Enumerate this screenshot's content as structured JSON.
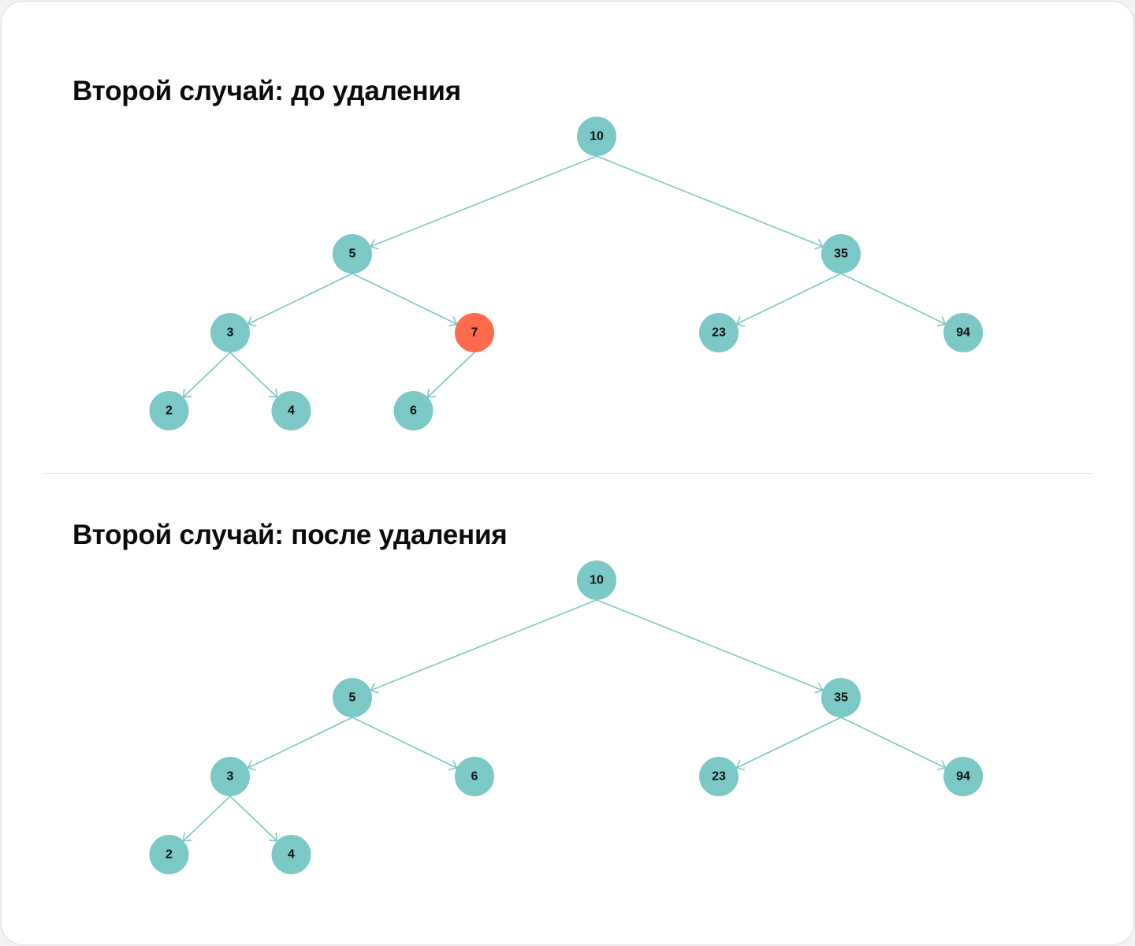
{
  "colors": {
    "node": "#7cc8c6",
    "edge": "#7cc8c6",
    "highlight": "#ff6a4d"
  },
  "diagrams": [
    {
      "title": "Второй случай: до удаления",
      "nodes": [
        {
          "id": "n10",
          "label": "10",
          "row": 0,
          "col": 0.0
        },
        {
          "id": "n5",
          "label": "5",
          "row": 1,
          "col": -1.0
        },
        {
          "id": "n35",
          "label": "35",
          "row": 1,
          "col": 1.0
        },
        {
          "id": "n3",
          "label": "3",
          "row": 2,
          "col": -1.5
        },
        {
          "id": "n7",
          "label": "7",
          "row": 2,
          "col": -0.5,
          "highlight": true
        },
        {
          "id": "n23",
          "label": "23",
          "row": 2,
          "col": 0.5
        },
        {
          "id": "n94",
          "label": "94",
          "row": 2,
          "col": 1.5
        },
        {
          "id": "n2",
          "label": "2",
          "row": 3,
          "col": -1.75
        },
        {
          "id": "n4",
          "label": "4",
          "row": 3,
          "col": -1.25
        },
        {
          "id": "n6",
          "label": "6",
          "row": 3,
          "col": -0.75
        }
      ],
      "edges": [
        [
          "n10",
          "n5"
        ],
        [
          "n10",
          "n35"
        ],
        [
          "n5",
          "n3"
        ],
        [
          "n5",
          "n7"
        ],
        [
          "n35",
          "n23"
        ],
        [
          "n35",
          "n94"
        ],
        [
          "n3",
          "n2"
        ],
        [
          "n3",
          "n4"
        ],
        [
          "n7",
          "n6"
        ]
      ]
    },
    {
      "title": "Второй случай: после удаления",
      "nodes": [
        {
          "id": "n10",
          "label": "10",
          "row": 0,
          "col": 0.0
        },
        {
          "id": "n5",
          "label": "5",
          "row": 1,
          "col": -1.0
        },
        {
          "id": "n35",
          "label": "35",
          "row": 1,
          "col": 1.0
        },
        {
          "id": "n3",
          "label": "3",
          "row": 2,
          "col": -1.5
        },
        {
          "id": "n6",
          "label": "6",
          "row": 2,
          "col": -0.5
        },
        {
          "id": "n23",
          "label": "23",
          "row": 2,
          "col": 0.5
        },
        {
          "id": "n94",
          "label": "94",
          "row": 2,
          "col": 1.5
        },
        {
          "id": "n2",
          "label": "2",
          "row": 3,
          "col": -1.75
        },
        {
          "id": "n4",
          "label": "4",
          "row": 3,
          "col": -1.25
        }
      ],
      "edges": [
        [
          "n10",
          "n5"
        ],
        [
          "n10",
          "n35"
        ],
        [
          "n5",
          "n3"
        ],
        [
          "n5",
          "n6"
        ],
        [
          "n35",
          "n23"
        ],
        [
          "n35",
          "n94"
        ],
        [
          "n3",
          "n2"
        ],
        [
          "n3",
          "n4"
        ]
      ]
    }
  ]
}
